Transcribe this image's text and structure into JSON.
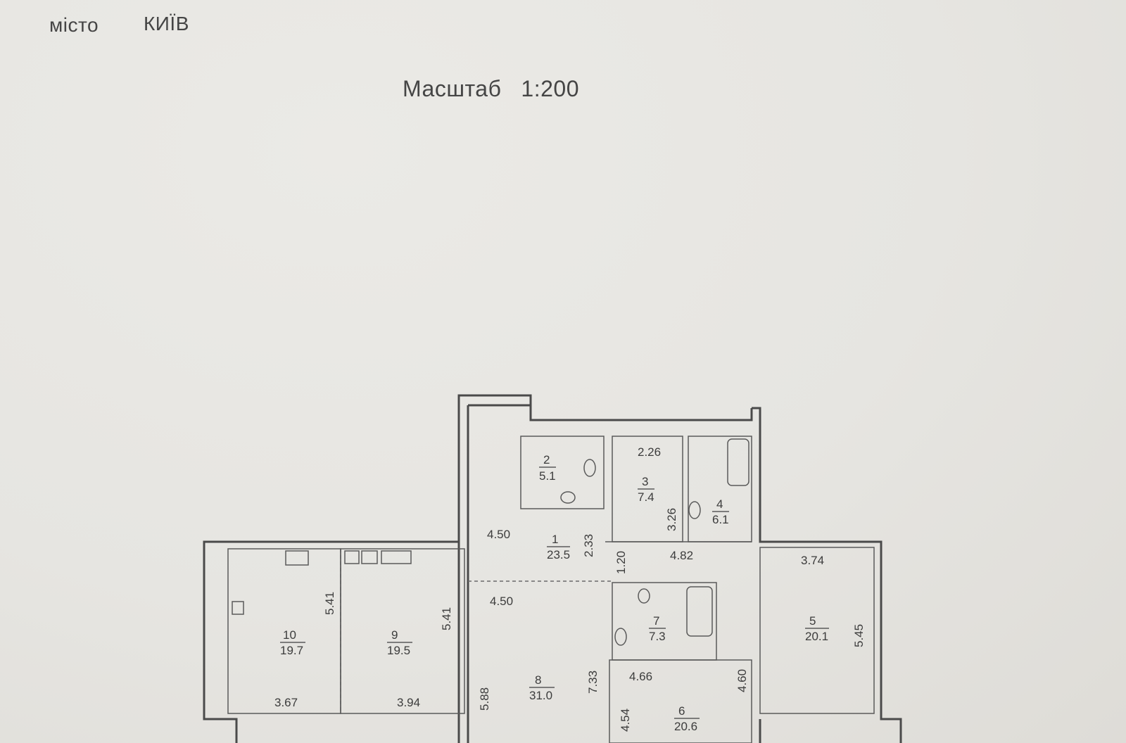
{
  "header": {
    "city_label": "місто",
    "city_value": "КИЇВ",
    "scale_label": "Масштаб",
    "scale_value": "1:200"
  },
  "rooms": [
    {
      "id": "1",
      "number": "1",
      "area": "23.5"
    },
    {
      "id": "2",
      "number": "2",
      "area": "5.1"
    },
    {
      "id": "3",
      "number": "3",
      "area": "7.4"
    },
    {
      "id": "4",
      "number": "4",
      "area": "6.1"
    },
    {
      "id": "5",
      "number": "5",
      "area": "20.1"
    },
    {
      "id": "6",
      "number": "6",
      "area": "20.6"
    },
    {
      "id": "7",
      "number": "7",
      "area": "7.3"
    },
    {
      "id": "8",
      "number": "8",
      "area": "31.0"
    },
    {
      "id": "9",
      "number": "9",
      "area": "19.5"
    },
    {
      "id": "10",
      "number": "10",
      "area": "19.7"
    }
  ],
  "dimensions": {
    "d_226": "2.26",
    "d_326": "3.26",
    "d_450_top": "4.50",
    "d_233": "2.33",
    "d_120": "1.20",
    "d_482": "4.82",
    "d_374": "3.74",
    "d_450_mid": "4.50",
    "d_541_a": "5.41",
    "d_541_b": "5.41",
    "d_545": "5.45",
    "d_733": "7.33",
    "d_466": "4.66",
    "d_460": "4.60",
    "d_588": "5.88",
    "d_454": "4.54",
    "d_367": "3.67",
    "d_394": "3.94"
  }
}
